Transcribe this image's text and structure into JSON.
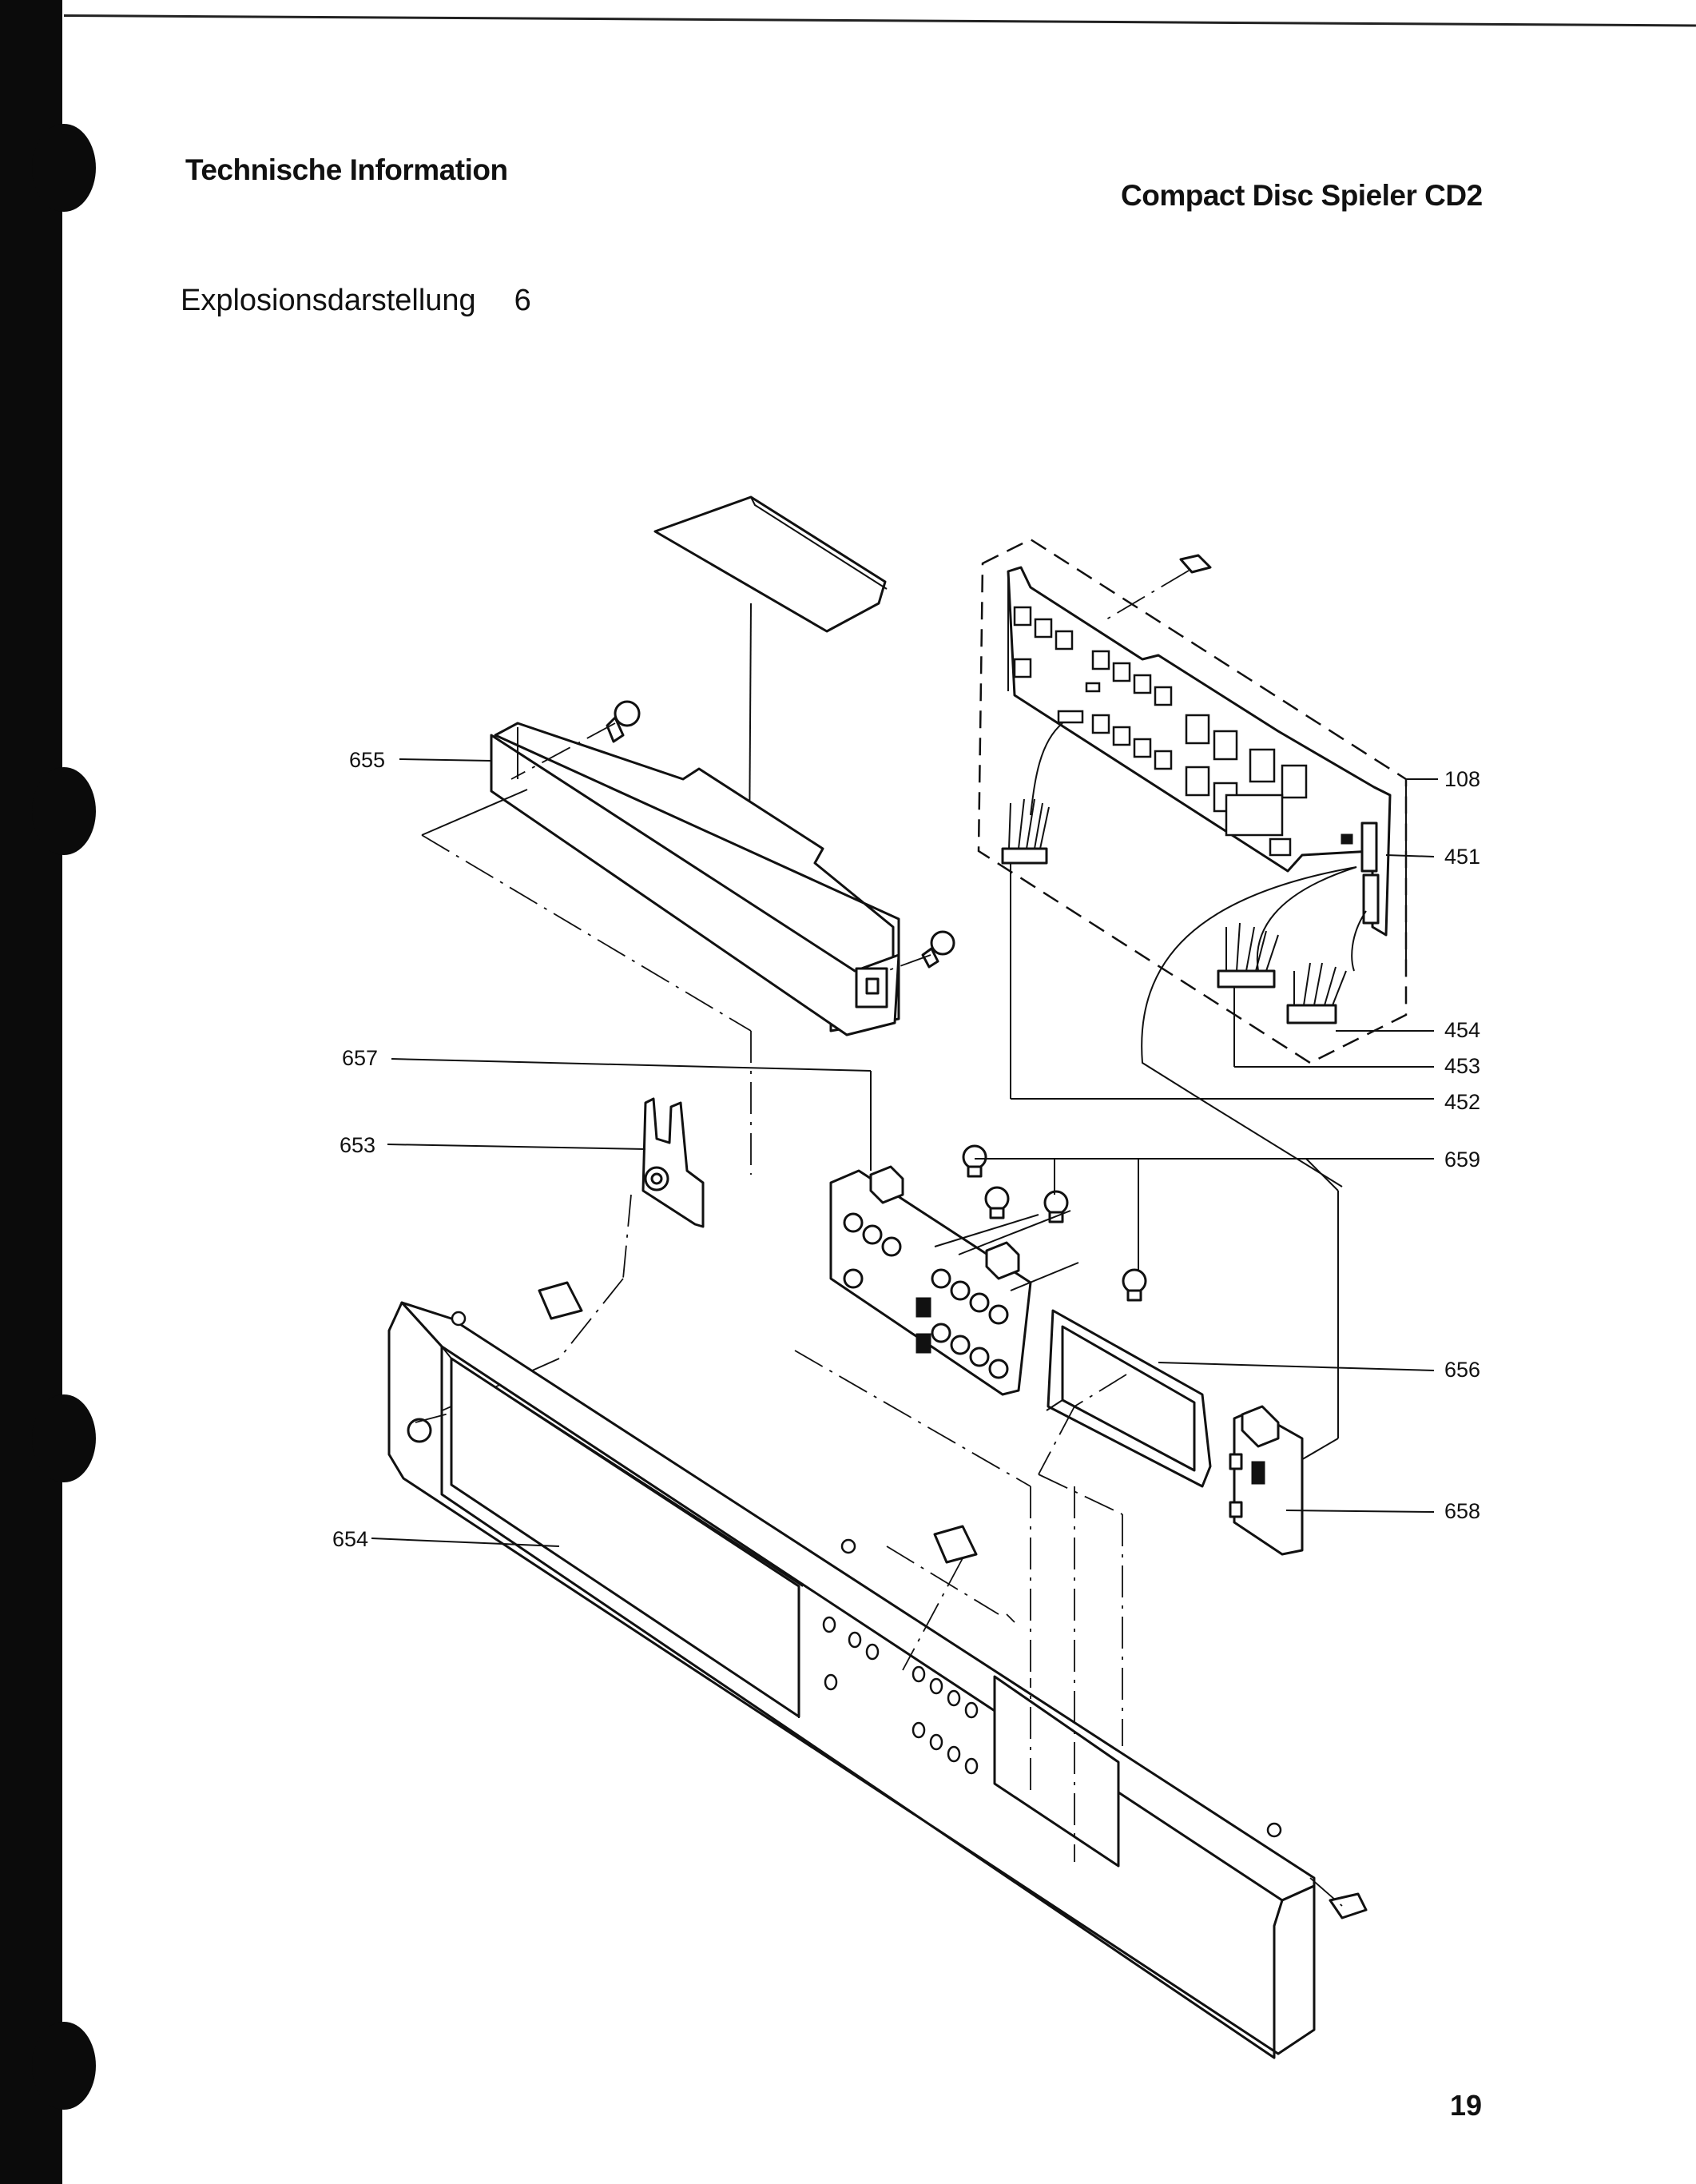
{
  "header": {
    "left_title": "Technische Information",
    "right_title": "Compact Disc Spieler CD2"
  },
  "subtitle": {
    "text": "Explosionsdarstellung",
    "number": "6"
  },
  "page_number": "19",
  "part_labels": {
    "p655": "655",
    "p108": "108",
    "p451": "451",
    "p454": "454",
    "p453": "453",
    "p452": "452",
    "p657": "657",
    "p653": "653",
    "p659": "659",
    "p656": "656",
    "p658": "658",
    "p654": "654"
  }
}
